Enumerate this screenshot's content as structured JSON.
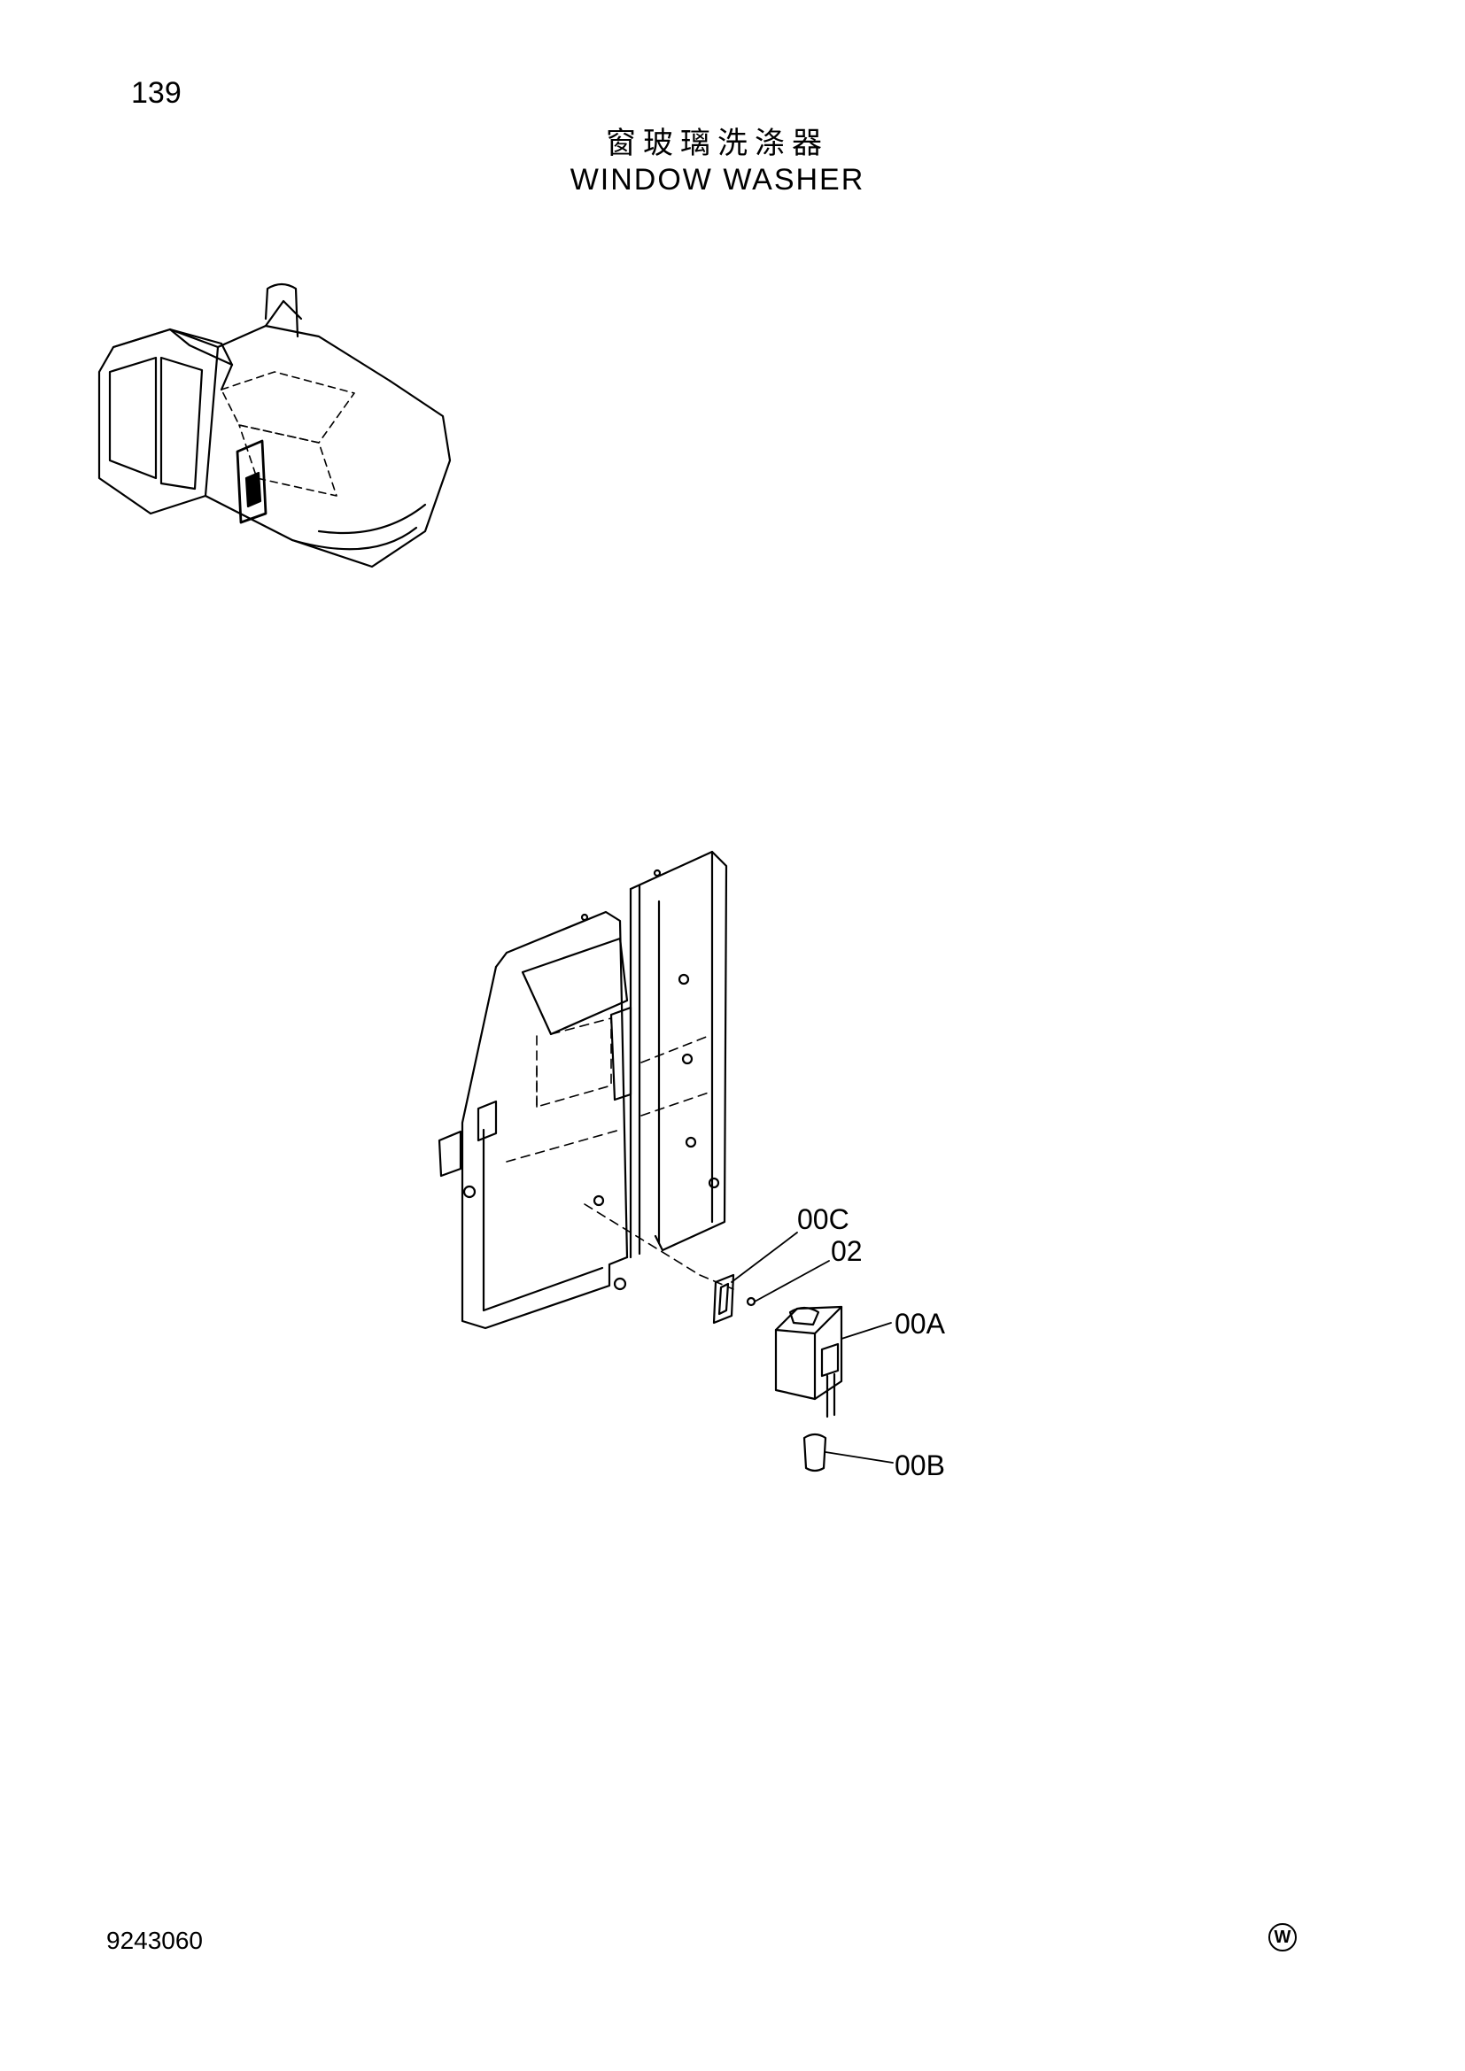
{
  "header": {
    "page_number": "139",
    "title_cn": "窗玻璃洗涤器",
    "title_en": "WINDOW WASHER"
  },
  "callouts": [
    {
      "id": "00C",
      "label": "00C"
    },
    {
      "id": "02",
      "label": "02"
    },
    {
      "id": "00A",
      "label": "00A"
    },
    {
      "id": "00B",
      "label": "00B"
    }
  ],
  "footer": {
    "doc_number": "9243060",
    "mark": "W"
  }
}
